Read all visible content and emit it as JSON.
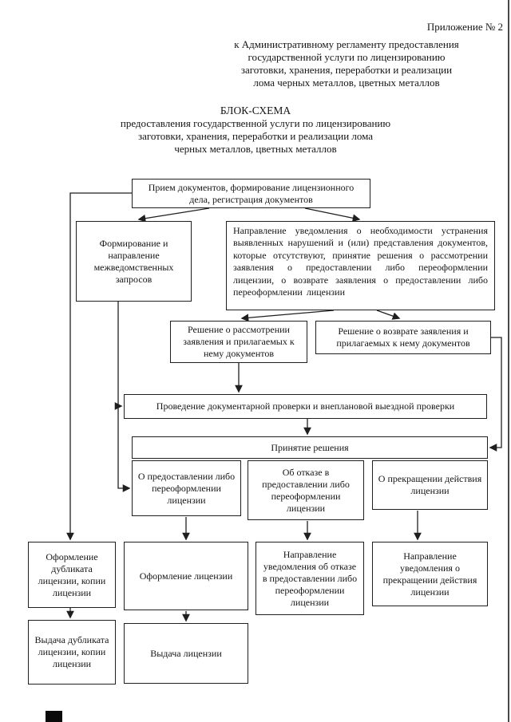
{
  "page": {
    "header_lines": [
      "Приложение № 2",
      "к Административному регламенту предоставления",
      "государственной услуги по лицензированию",
      "заготовки, хранения, переработки и реализации",
      "лома черных металлов, цветных металлов"
    ],
    "title_lines": [
      "БЛОК-СХЕМА",
      "предоставления государственной услуги по лицензированию",
      "заготовки, хранения, переработки и реализации лома",
      "черных металлов, цветных металлов"
    ]
  },
  "flowchart": {
    "boxes": {
      "intake": "Прием документов, формирование лицензионного дела, регистрация документов",
      "interagency": "Формирование и направление межведомственных запросов",
      "notice": "Направление уведомления о необходимости устранения выявленных нарушений и (или) представления документов, которые отсутствуют, принятие решения о рассмотрении заявления о предоставлении либо переоформлении лицензии, о возврате заявления о предоставлении либо переоформлении лицензии",
      "decision_review": "Решение о рассмотрении заявления и прилагаемых к нему документов",
      "decision_return": "Решение о возврате заявления и прилагаемых к нему документов",
      "inspection": "Проведение документарной проверки и внеплановой выездной проверки",
      "decision_header": "Принятие решения",
      "decision_grant": "О предоставлении либо переоформлении лицензии",
      "decision_refuse": "Об отказе в предоставлении либо переоформлении лицензии",
      "decision_terminate": "О прекращении действия лицензии",
      "duplicate_prepare": "Оформление дубликата лицензии, копии лицензии",
      "license_prepare": "Оформление лицензии",
      "refuse_notice": "Направление уведомления об отказе в предоставлении либо переоформлении лицензии",
      "terminate_notice": "Направление уведомления о прекращении действия лицензии",
      "duplicate_issue": "Выдача дубликата лицензии, копии лицензии",
      "license_issue": "Выдача лицензии"
    }
  }
}
